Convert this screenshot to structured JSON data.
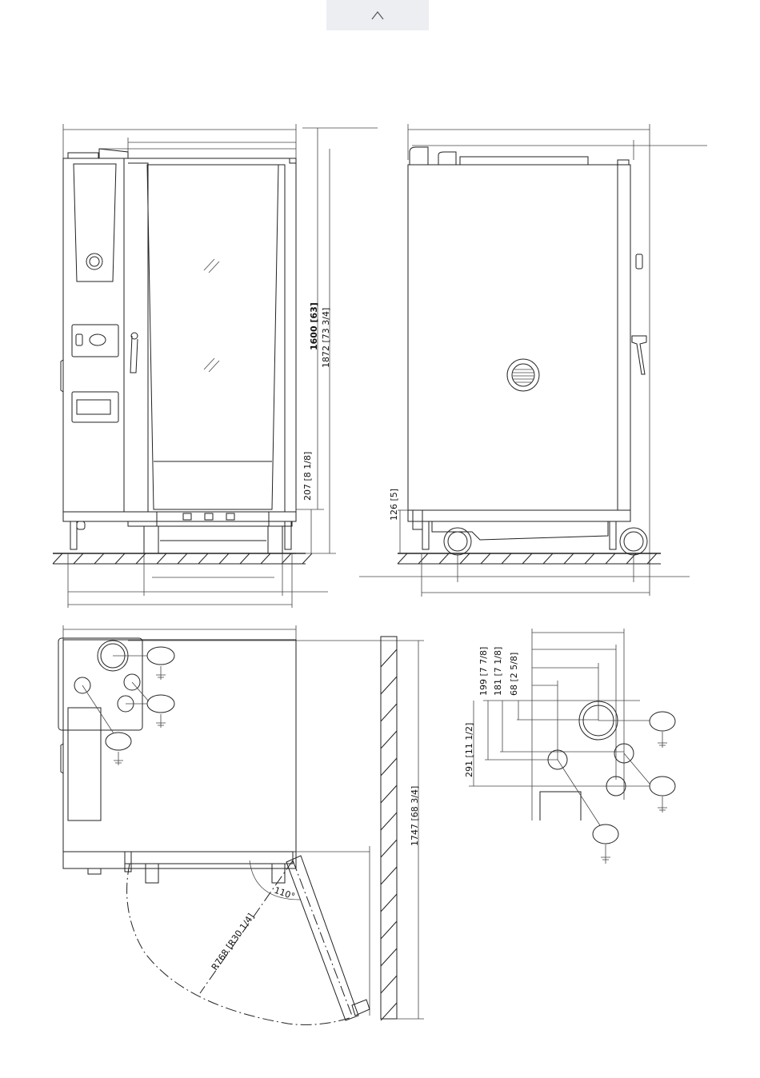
{
  "nav": {
    "scroll_top_icon": "chevron-up-icon"
  },
  "front_view": {
    "dim_height_inner": "1600 [63]",
    "dim_height_total": "1872 [73 3/4]",
    "dim_foot_height": "207 [8 1/8]"
  },
  "side_view": {
    "dim_foot_height": "126 [5]"
  },
  "top_view": {
    "dim_depth": "1747 [68 3/4]",
    "dim_door_radius": "R768 [R30 1/4]",
    "dim_door_angle": "110°"
  },
  "detail_view": {
    "dim_a": "199 [7 7/8]",
    "dim_b": "181 [7 1/8]",
    "dim_c": "68 [2 5/8]",
    "dim_d": "291 [11 1/2]"
  },
  "colors": {
    "line": "#222222",
    "scroll_bg": "#eceef2"
  }
}
